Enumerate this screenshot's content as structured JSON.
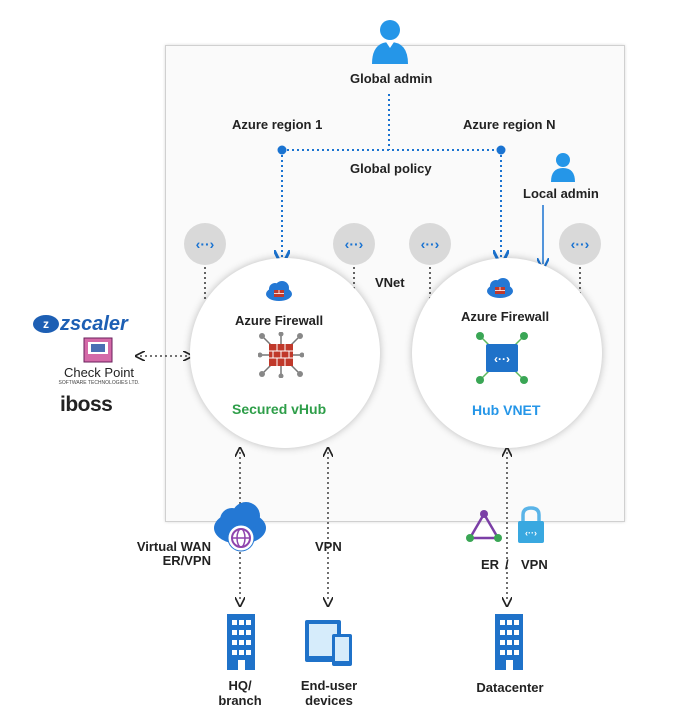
{
  "labels": {
    "global_admin": "Global admin",
    "azure_region_1": "Azure region 1",
    "azure_region_n": "Azure region N",
    "global_policy": "Global policy",
    "local_admin": "Local admin",
    "vnet": "VNet",
    "azure_firewall_left": "Azure Firewall",
    "azure_firewall_right": "Azure Firewall",
    "secured_vhub": "Secured vHub",
    "hub_vnet": "Hub VNET",
    "virtual_wan": "Virtual WAN",
    "er_vpn": "ER/VPN",
    "vpn": "VPN",
    "er": "ER",
    "slash": "/",
    "vpn_right": "VPN",
    "hq_branch_line1": "HQ/",
    "hq_branch_line2": "branch",
    "end_user_line1": "End-user",
    "end_user_line2": "devices",
    "datacenter": "Datacenter"
  },
  "partners": {
    "zscaler": "zscaler",
    "checkpoint": "Check Point",
    "checkpoint_sub": "SOFTWARE TECHNOLOGIES LTD.",
    "iboss": "iboss"
  },
  "colors": {
    "green_accent": "#2e9e49",
    "blue_accent": "#2596e8",
    "azure_blue": "#1a73d1",
    "firewall_red": "#c0392b"
  },
  "icons": {
    "admin": "user-icon",
    "cloud": "cloud-icon",
    "firewall": "firewall-icon",
    "vnet": "vnet-icon",
    "building": "building-icon",
    "devices": "devices-icon",
    "er": "expressroute-icon",
    "vpn": "vpn-lock-icon"
  }
}
